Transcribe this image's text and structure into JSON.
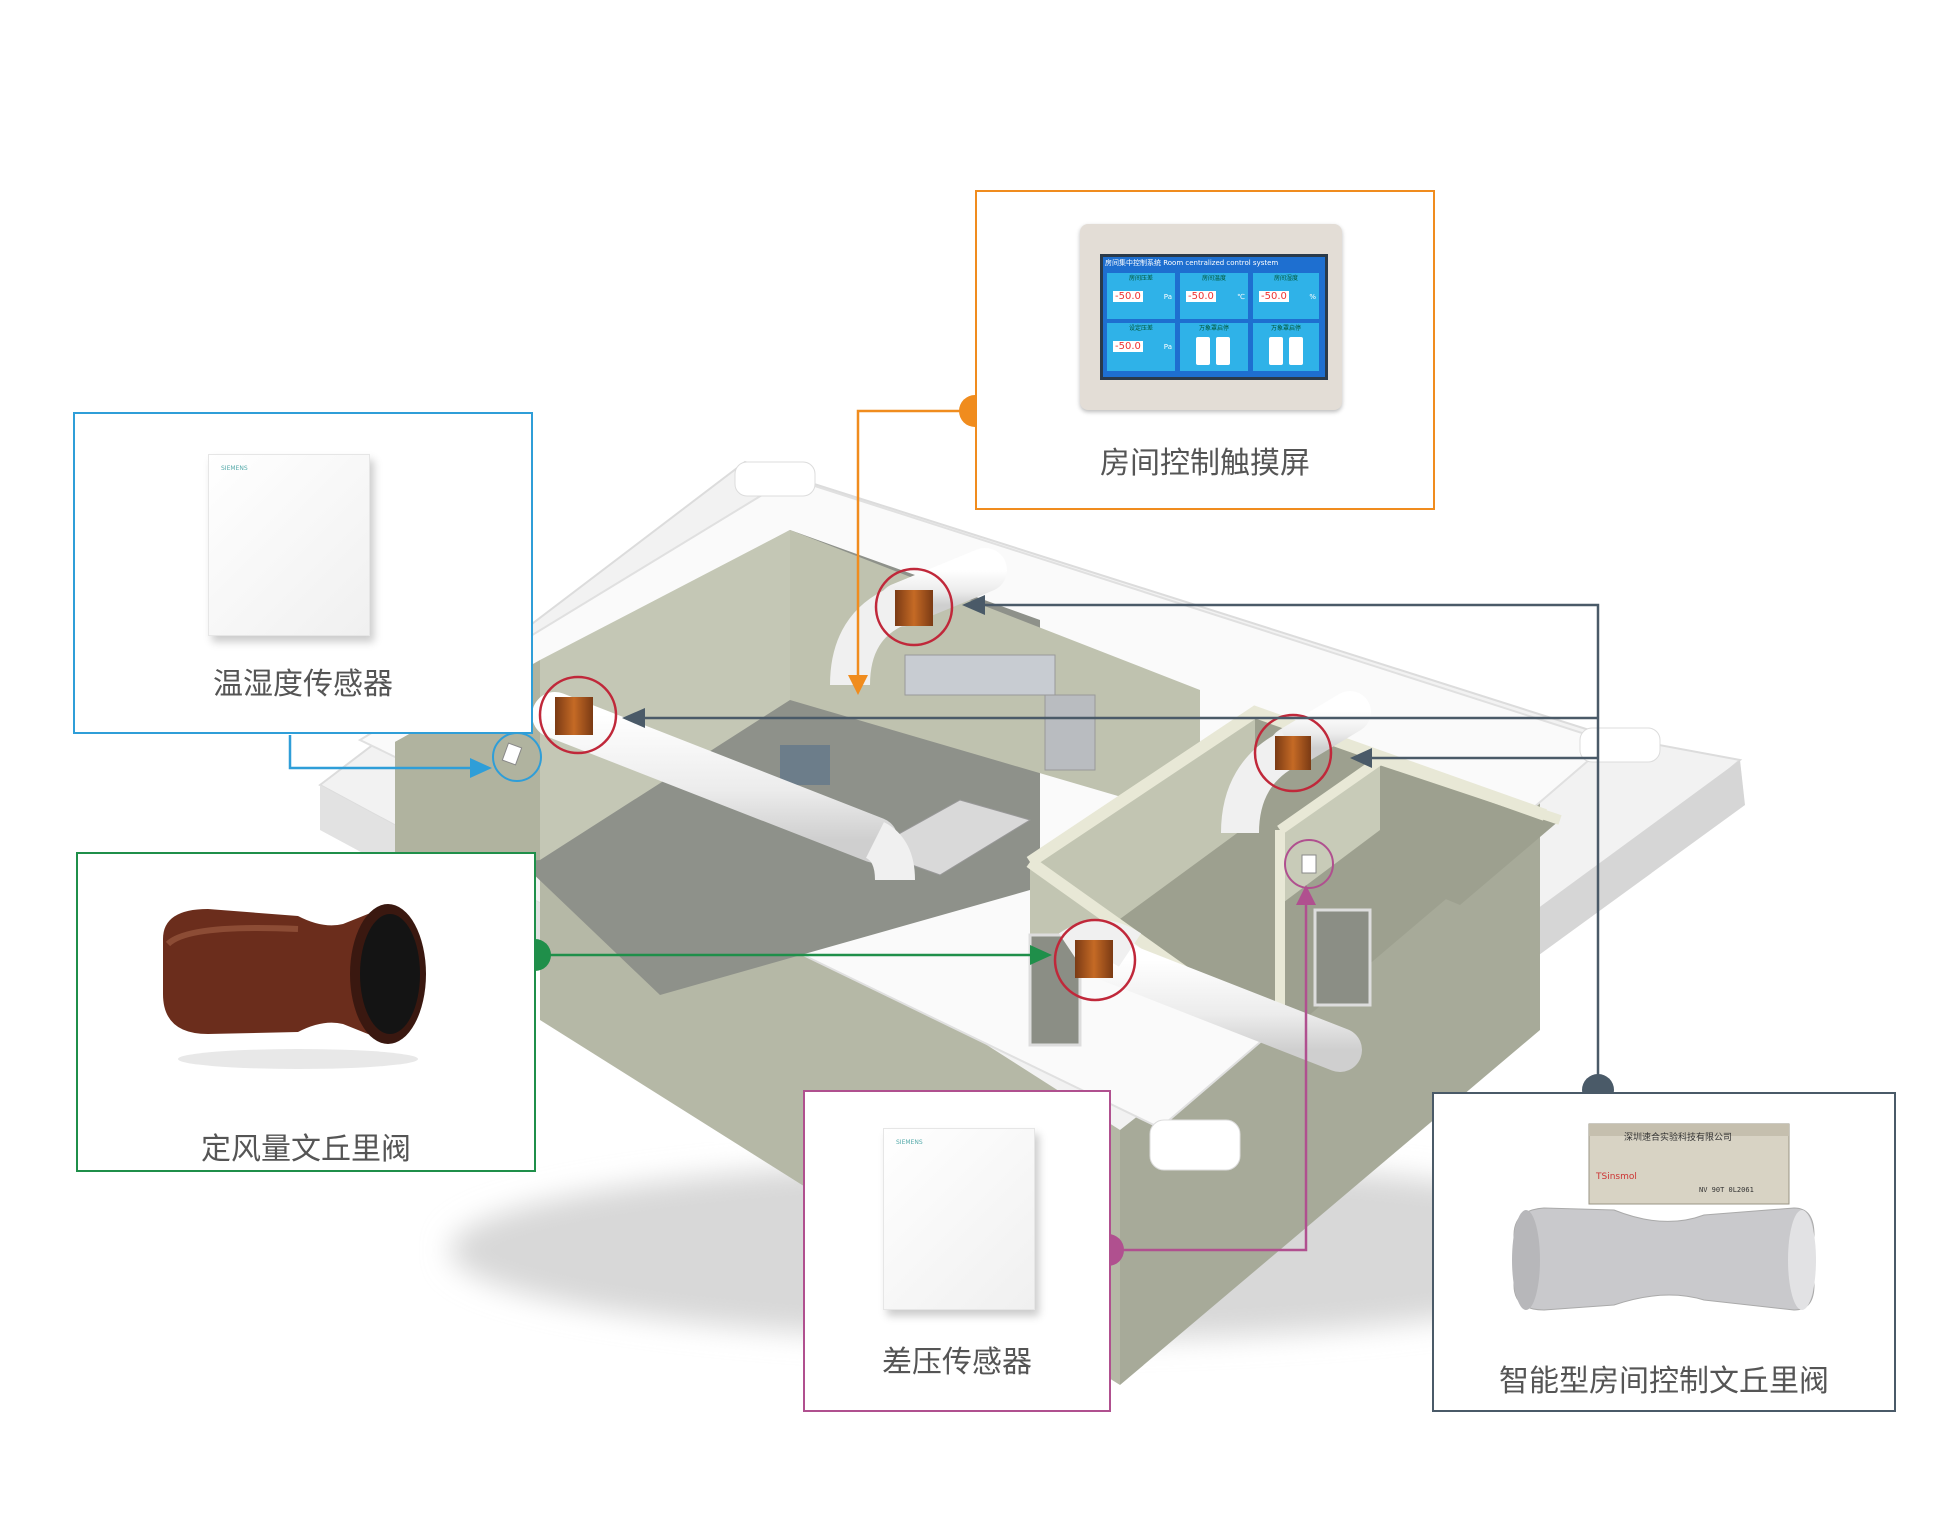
{
  "callouts": {
    "touchscreen": {
      "label": "房间控制触摸屏",
      "color": "#f08c1e",
      "screen": {
        "title": "房间集中控制系统 Room centralized control system",
        "cells": [
          "房间压差",
          "房间温度",
          "房间湿度",
          "设定压差",
          "万象罩启停",
          "万象罩启停"
        ],
        "values": [
          "-50.0",
          "-50.0",
          "-50.0",
          "-50.0"
        ],
        "units": [
          "Pa",
          "℃",
          "%",
          "Pa"
        ]
      }
    },
    "temp_humidity_sensor": {
      "label": "温湿度传感器",
      "color": "#2f9ed8",
      "brand": "SIEMENS"
    },
    "constant_air_valve": {
      "label": "定风量文丘里阀",
      "color": "#1f8f4a"
    },
    "pressure_sensor": {
      "label": "差压传感器",
      "color": "#b0508f",
      "brand": "SIEMENS"
    },
    "smart_valve": {
      "label": "智能型房间控制文丘里阀",
      "color": "#4a5a68",
      "nameplate": {
        "company": "深圳速合实验科技有限公司",
        "brand": "TSinsmol",
        "model": "NV 90T 0L2061"
      }
    }
  },
  "colors": {
    "valve_marker": "#c0283a",
    "duct": "#f4f4f4",
    "wall": "#b8bca8",
    "floor": "#8e918a"
  }
}
